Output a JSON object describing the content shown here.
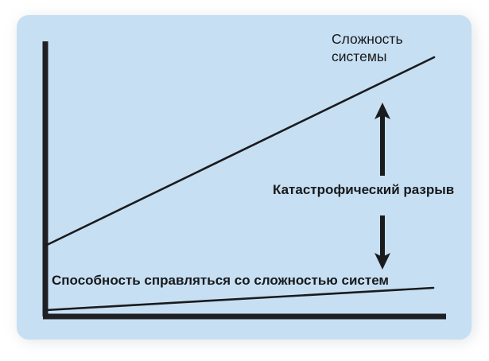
{
  "figure": {
    "type": "conceptual-line-diagram",
    "background_color": "#ffffff",
    "panel_color": "#c6dff3",
    "ink_color": "#1a1b1d"
  },
  "labels": {
    "complexity_line1": "Сложность",
    "complexity_line2": "системы",
    "gap": "Катастрофический разрыв",
    "capability": "Способность справляться со сложностью систем"
  },
  "chart_data": {
    "type": "line",
    "title": "",
    "subtitle": "",
    "xlabel": "",
    "ylabel": "",
    "xlim": [
      0,
      100
    ],
    "ylim": [
      0,
      100
    ],
    "grid": false,
    "legend_position": "inline-annotations",
    "axes": {
      "y_axis": {
        "x": 0,
        "y_from": 0,
        "y_to": 94
      },
      "x_axis": {
        "y": 0,
        "x_from": 0,
        "x_to": 100
      }
    },
    "series": [
      {
        "name": "Сложность системы",
        "x": [
          1,
          99
        ],
        "values": [
          27,
          93
        ],
        "style": "solid",
        "annotation": "Сложность системы",
        "annotation_position": "top-right"
      },
      {
        "name": "Способность справляться со сложностью систем",
        "x": [
          1,
          96
        ],
        "values": [
          2,
          11
        ],
        "style": "solid",
        "annotation": "Способность справляться со сложностью систем",
        "annotation_position": "bottom-left"
      }
    ],
    "annotations": [
      {
        "kind": "double-headed-arrow",
        "label": "Катастрофический разрыв",
        "x": 94,
        "y_from": 12,
        "y_to": 78
      }
    ]
  }
}
